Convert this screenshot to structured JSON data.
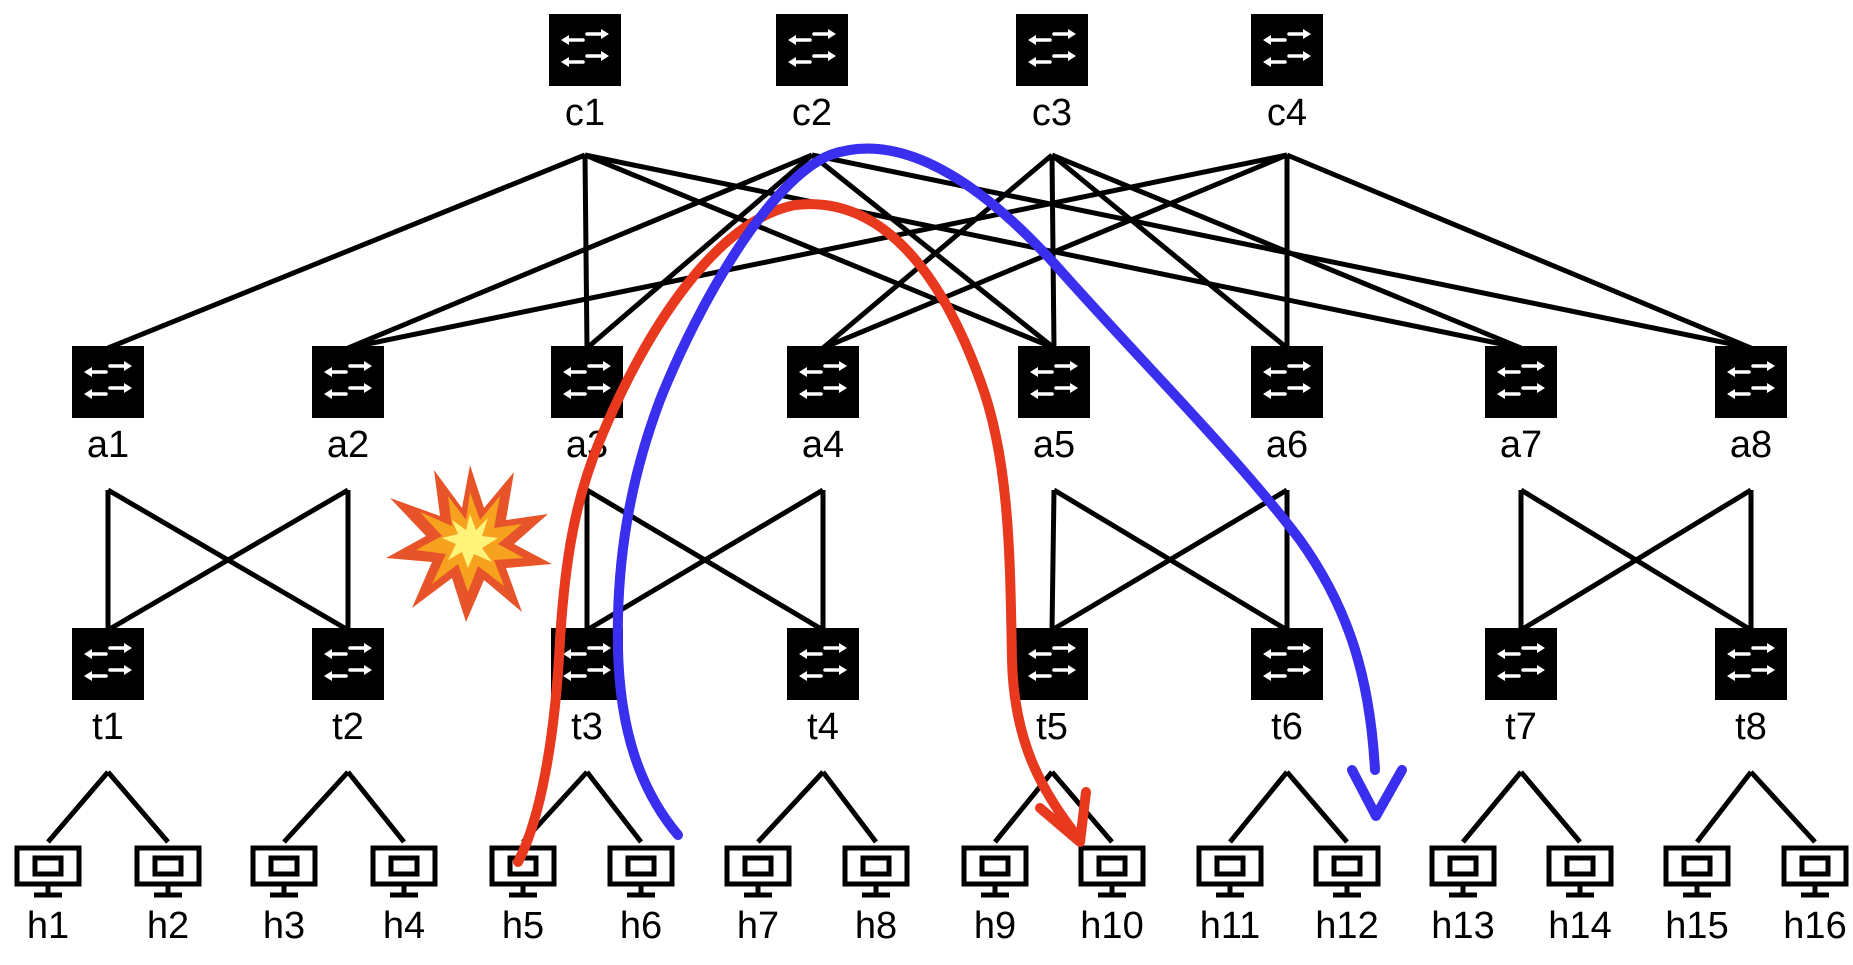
{
  "core_switches": [
    {
      "id": "c1",
      "label": "c1"
    },
    {
      "id": "c2",
      "label": "c2"
    },
    {
      "id": "c3",
      "label": "c3"
    },
    {
      "id": "c4",
      "label": "c4"
    }
  ],
  "aggregation_switches": [
    {
      "id": "a1",
      "label": "a1"
    },
    {
      "id": "a2",
      "label": "a2"
    },
    {
      "id": "a3",
      "label": "a3"
    },
    {
      "id": "a4",
      "label": "a4"
    },
    {
      "id": "a5",
      "label": "a5"
    },
    {
      "id": "a6",
      "label": "a6"
    },
    {
      "id": "a7",
      "label": "a7"
    },
    {
      "id": "a8",
      "label": "a8"
    }
  ],
  "tor_switches": [
    {
      "id": "t1",
      "label": "t1"
    },
    {
      "id": "t2",
      "label": "t2"
    },
    {
      "id": "t3",
      "label": "t3"
    },
    {
      "id": "t4",
      "label": "t4"
    },
    {
      "id": "t5",
      "label": "t5"
    },
    {
      "id": "t6",
      "label": "t6"
    },
    {
      "id": "t7",
      "label": "t7"
    },
    {
      "id": "t8",
      "label": "t8"
    }
  ],
  "hosts": [
    {
      "id": "h1",
      "label": "h1"
    },
    {
      "id": "h2",
      "label": "h2"
    },
    {
      "id": "h3",
      "label": "h3"
    },
    {
      "id": "h4",
      "label": "h4"
    },
    {
      "id": "h5",
      "label": "h5"
    },
    {
      "id": "h6",
      "label": "h6"
    },
    {
      "id": "h7",
      "label": "h7"
    },
    {
      "id": "h8",
      "label": "h8"
    },
    {
      "id": "h9",
      "label": "h9"
    },
    {
      "id": "h10",
      "label": "h10"
    },
    {
      "id": "h11",
      "label": "h11"
    },
    {
      "id": "h12",
      "label": "h12"
    },
    {
      "id": "h13",
      "label": "h13"
    },
    {
      "id": "h14",
      "label": "h14"
    },
    {
      "id": "h15",
      "label": "h15"
    },
    {
      "id": "h16",
      "label": "h16"
    }
  ],
  "links": [
    [
      "c1",
      "a1"
    ],
    [
      "c1",
      "a3"
    ],
    [
      "c1",
      "a5"
    ],
    [
      "c1",
      "a7"
    ],
    [
      "c2",
      "a2"
    ],
    [
      "c2",
      "a3"
    ],
    [
      "c2",
      "a5"
    ],
    [
      "c2",
      "a8"
    ],
    [
      "c3",
      "a4"
    ],
    [
      "c3",
      "a5"
    ],
    [
      "c3",
      "a6"
    ],
    [
      "c3",
      "a7"
    ],
    [
      "c4",
      "a2"
    ],
    [
      "c4",
      "a4"
    ],
    [
      "c4",
      "a6"
    ],
    [
      "c4",
      "a8"
    ],
    [
      "a1",
      "t1"
    ],
    [
      "a1",
      "t2"
    ],
    [
      "a2",
      "t1"
    ],
    [
      "a2",
      "t2"
    ],
    [
      "a3",
      "t3"
    ],
    [
      "a3",
      "t4"
    ],
    [
      "a4",
      "t3"
    ],
    [
      "a4",
      "t4"
    ],
    [
      "a5",
      "t5"
    ],
    [
      "a5",
      "t6"
    ],
    [
      "a6",
      "t5"
    ],
    [
      "a6",
      "t6"
    ],
    [
      "a7",
      "t7"
    ],
    [
      "a7",
      "t8"
    ],
    [
      "a8",
      "t7"
    ],
    [
      "a8",
      "t8"
    ],
    [
      "t1",
      "h1"
    ],
    [
      "t1",
      "h2"
    ],
    [
      "t2",
      "h3"
    ],
    [
      "t2",
      "h4"
    ],
    [
      "t3",
      "h5"
    ],
    [
      "t3",
      "h6"
    ],
    [
      "t4",
      "h7"
    ],
    [
      "t4",
      "h8"
    ],
    [
      "t5",
      "h9"
    ],
    [
      "t5",
      "h10"
    ],
    [
      "t6",
      "h11"
    ],
    [
      "t6",
      "h12"
    ],
    [
      "t7",
      "h13"
    ],
    [
      "t7",
      "h14"
    ],
    [
      "t8",
      "h15"
    ],
    [
      "t8",
      "h16"
    ]
  ],
  "failure": {
    "near_link": [
      "a2",
      "t3"
    ],
    "icon": "explosion-icon"
  },
  "flows": [
    {
      "id": "red-flow",
      "color": "#e8381e",
      "from": "h5",
      "to": "h10",
      "via": "c2"
    },
    {
      "id": "blue-flow",
      "color": "#3a2fef",
      "from": "h6",
      "to": "h12",
      "via": "c2"
    }
  ]
}
